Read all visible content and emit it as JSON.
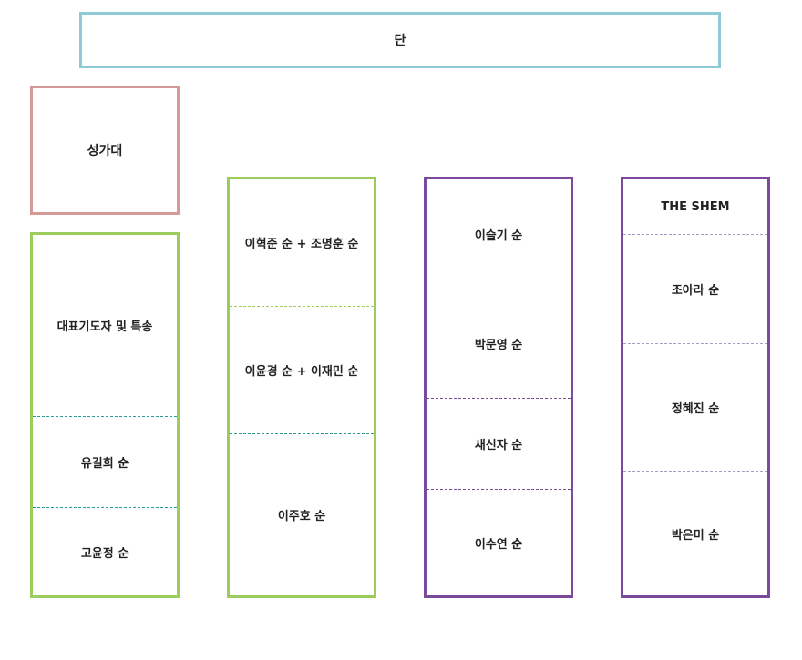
{
  "top_banner": {
    "label": "단"
  },
  "choir_box": {
    "label": "성가대"
  },
  "columns": [
    {
      "cells": [
        "대표기도자 및 특송",
        "유길희 순",
        "고윤정 순"
      ]
    },
    {
      "cells": [
        "이혁준 순 + 조명훈 순",
        "이윤경 순 + 이재민 순",
        "이주호 순"
      ]
    },
    {
      "cells": [
        "이슬기 순",
        "박문영 순",
        "새신자 순",
        "이수연 순"
      ]
    },
    {
      "cells": [
        "THE SHEM",
        "조아라 순",
        "정혜진 순",
        "박은미 순"
      ]
    }
  ],
  "colors": {
    "banner_border": "#8ecad3",
    "choir_border": "#d59a98",
    "green_border": "#9ccc5b",
    "purple_border": "#7c4a9c"
  }
}
